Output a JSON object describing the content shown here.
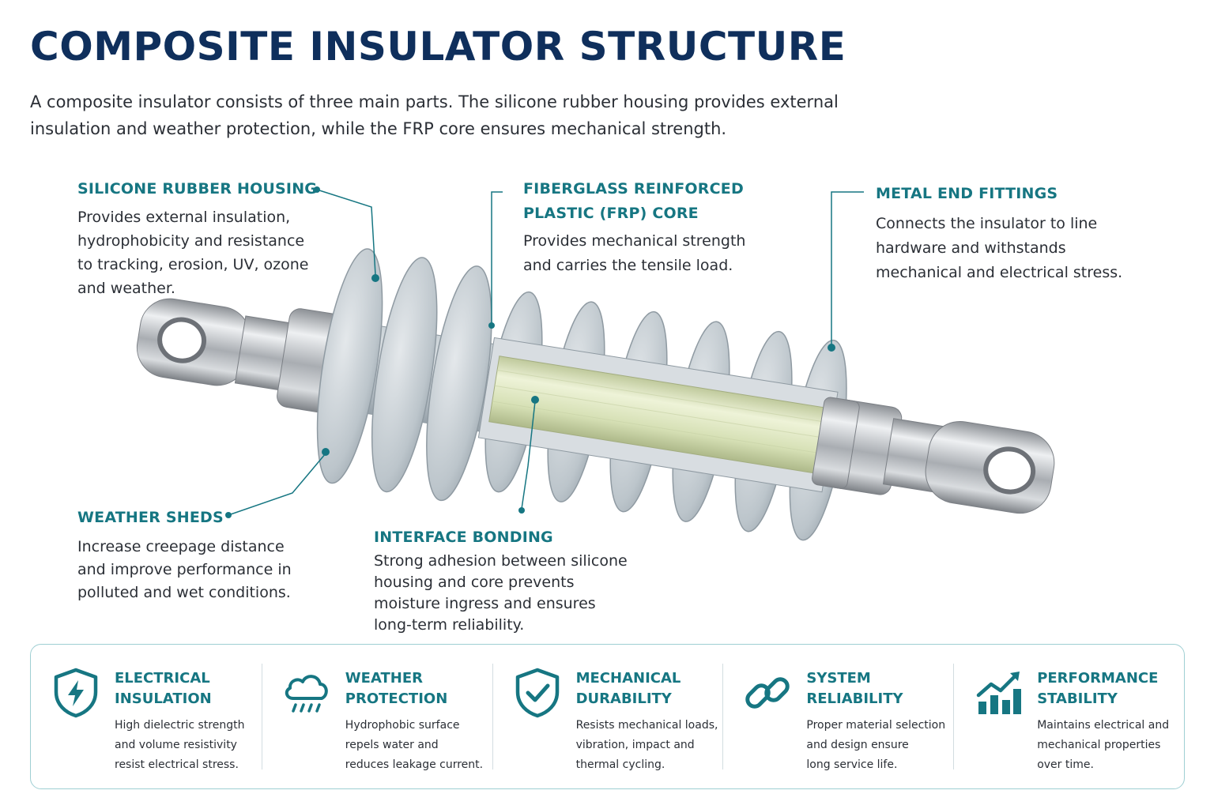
{
  "title": "COMPOSITE INSULATOR STRUCTURE",
  "intro": "A composite insulator consists of three main parts. The silicone rubber housing provides external insulation and weather protection, while the FRP core ensures mechanical strength.",
  "colors": {
    "title": "#0f2f5c",
    "accent": "#167682",
    "text": "#2b2f36",
    "silicone": "#aab6be",
    "frp_core": "#d9e3bf",
    "metal": "#b9bcc0"
  },
  "callouts": {
    "silicone": {
      "title": "SILICONE RUBBER HOUSING",
      "lines": [
        "Provides external insulation,",
        "hydrophobicity and resistance",
        "to tracking, erosion, UV, ozone",
        "and weather."
      ]
    },
    "frp": {
      "title_lines": [
        "FIBERGLASS REINFORCED",
        "PLASTIC (FRP) CORE"
      ],
      "lines": [
        "Provides mechanical strength",
        "and carries the tensile load."
      ]
    },
    "metal": {
      "title": "METAL END FITTINGS",
      "lines": [
        "Connects the insulator to line",
        "hardware and withstands",
        "mechanical and electrical stress."
      ]
    },
    "sheds": {
      "title": "WEATHER SHEDS",
      "lines": [
        "Increase creepage distance",
        "and improve performance in",
        "polluted and wet conditions."
      ]
    },
    "interface": {
      "title": "INTERFACE BONDING",
      "lines": [
        "Strong adhesion between silicone",
        "housing and core prevents",
        "moisture ingress and ensures",
        "long-term reliability."
      ]
    }
  },
  "features": [
    {
      "title_lines": [
        "ELECTRICAL",
        "INSULATION"
      ],
      "lines": [
        "High dielectric strength",
        "and volume resistivity",
        "resist electrical stress."
      ],
      "icon": "shield-lightning-icon"
    },
    {
      "title_lines": [
        "WEATHER",
        "PROTECTION"
      ],
      "lines": [
        "Hydrophobic surface",
        "repels water and",
        "reduces leakage current."
      ],
      "icon": "rain-cloud-icon"
    },
    {
      "title_lines": [
        "MECHANICAL",
        "DURABILITY"
      ],
      "lines": [
        "Resists mechanical loads,",
        "vibration, impact and",
        "thermal cycling."
      ],
      "icon": "shield-check-icon"
    },
    {
      "title_lines": [
        "SYSTEM",
        "RELIABILITY"
      ],
      "lines": [
        "Proper material selection",
        "and design ensure",
        "long service life."
      ],
      "icon": "chain-link-icon"
    },
    {
      "title_lines": [
        "PERFORMANCE",
        "STABILITY"
      ],
      "lines": [
        "Maintains electrical and",
        "mechanical properties",
        "over time."
      ],
      "icon": "growth-chart-icon"
    }
  ]
}
